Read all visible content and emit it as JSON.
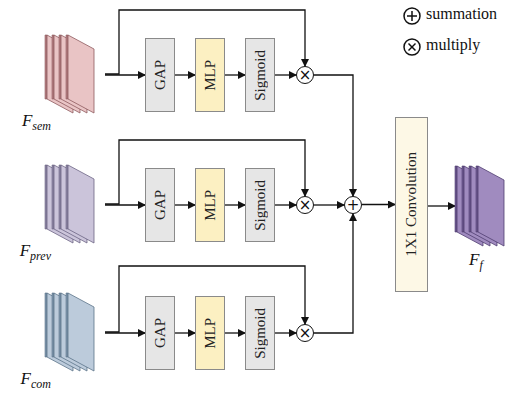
{
  "diagram": {
    "nodes": [
      {
        "text": [
          "F",
          "sem"
        ]
      },
      {
        "text": [
          "GAP"
        ]
      },
      {
        "text": [
          "MLP"
        ]
      },
      {
        "text": [
          "Sigmoid"
        ]
      },
      {
        "text": [
          "×"
        ]
      },
      {
        "text": [
          "F",
          "prev"
        ]
      },
      {
        "text": [
          "GAP"
        ]
      },
      {
        "text": [
          "MLP"
        ]
      },
      {
        "text": [
          "Sigmoid"
        ]
      },
      {
        "text": [
          "×"
        ]
      },
      {
        "text": [
          "F",
          "com"
        ]
      },
      {
        "text": [
          "GAP"
        ]
      },
      {
        "text": [
          "MLP"
        ]
      },
      {
        "text": [
          "Sigmoid"
        ]
      },
      {
        "text": [
          "×"
        ]
      },
      {
        "text": [
          "+"
        ]
      },
      {
        "text": [
          "1X1 Convolution"
        ]
      },
      {
        "text": [
          "F",
          "f"
        ]
      }
    ],
    "edges": [
      {
        "from": 0,
        "to": 1,
        "arrow": "to"
      },
      {
        "from": 1,
        "to": 2,
        "arrow": "to"
      },
      {
        "from": 2,
        "to": 3,
        "arrow": "to"
      },
      {
        "from": 3,
        "to": 4,
        "arrow": "to"
      },
      {
        "from": 0,
        "to": 4,
        "arrow": "to"
      },
      {
        "from": 5,
        "to": 6,
        "arrow": "to"
      },
      {
        "from": 6,
        "to": 7,
        "arrow": "to"
      },
      {
        "from": 7,
        "to": 8,
        "arrow": "to"
      },
      {
        "from": 8,
        "to": 9,
        "arrow": "to"
      },
      {
        "from": 5,
        "to": 9,
        "arrow": "to"
      },
      {
        "from": 10,
        "to": 11,
        "arrow": "to"
      },
      {
        "from": 11,
        "to": 12,
        "arrow": "to"
      },
      {
        "from": 12,
        "to": 13,
        "arrow": "to"
      },
      {
        "from": 13,
        "to": 14,
        "arrow": "to"
      },
      {
        "from": 10,
        "to": 14,
        "arrow": "to"
      },
      {
        "from": 4,
        "to": 15,
        "arrow": "to"
      },
      {
        "from": 9,
        "to": 15,
        "arrow": "to"
      },
      {
        "from": 14,
        "to": 15,
        "arrow": "to"
      },
      {
        "from": 15,
        "to": 16,
        "arrow": "to"
      },
      {
        "from": 16,
        "to": 17,
        "arrow": "to"
      }
    ],
    "legend": [
      {
        "text": "summation"
      },
      {
        "text": "multiply"
      }
    ]
  }
}
